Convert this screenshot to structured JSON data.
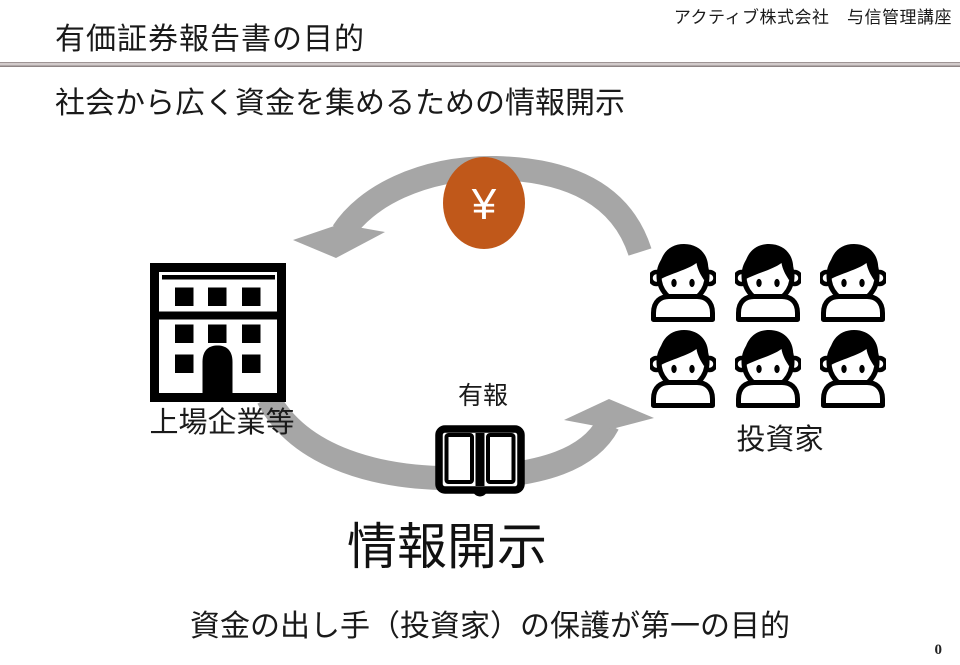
{
  "header": {
    "course": "アクティブ株式会社　与信管理講座"
  },
  "title": "有価証券報告書の目的",
  "subtitle": "社会から広く資金を集めるための情報開示",
  "diagram": {
    "money_symbol": "¥",
    "company_label": "上場企業等",
    "investors_label": "投資家",
    "report_label": "有報",
    "investor_count": 6
  },
  "main_message": "情報開示",
  "footer_message": "資金の出し手（投資家）の保護が第一の目的",
  "page_number": "0",
  "colors": {
    "accent_orange": "#C0581A",
    "arrow_gray": "#A6A6A6"
  }
}
